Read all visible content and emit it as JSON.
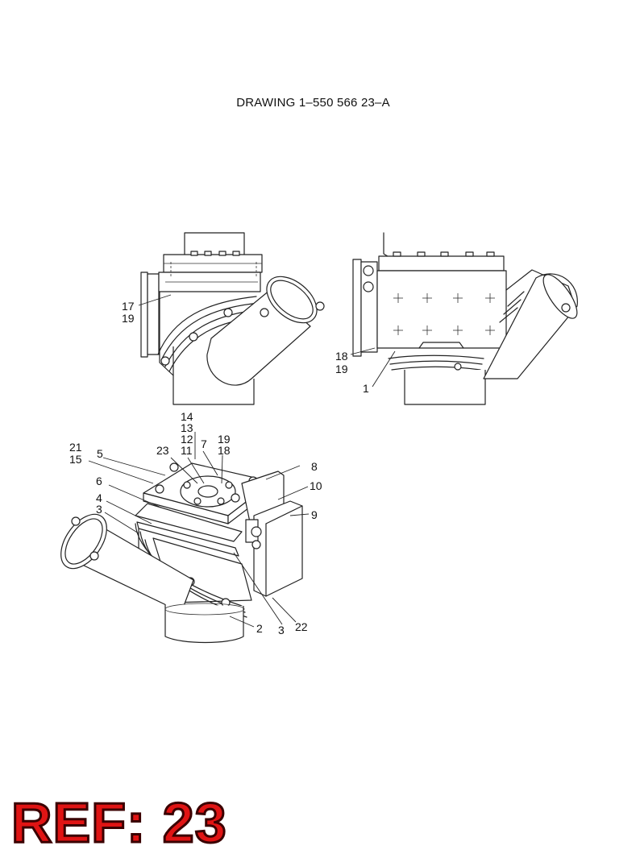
{
  "drawing": {
    "title": "DRAWING  1–550 566 23–A",
    "ref_badge": "REF: 23"
  },
  "views": {
    "side_left": {
      "callouts": [
        "17",
        "19"
      ]
    },
    "side_right": {
      "callouts": [
        "18",
        "19",
        "1"
      ]
    },
    "isometric": {
      "callouts": [
        "14",
        "13",
        "12",
        "11",
        "23",
        "7",
        "19",
        "18",
        "21",
        "15",
        "5",
        "6",
        "4",
        "3",
        "8",
        "10",
        "9",
        "2",
        "3",
        "22"
      ]
    }
  },
  "colors": {
    "badge_fill": "#e01414",
    "badge_outline": "#3a0000",
    "line": "#222222"
  }
}
